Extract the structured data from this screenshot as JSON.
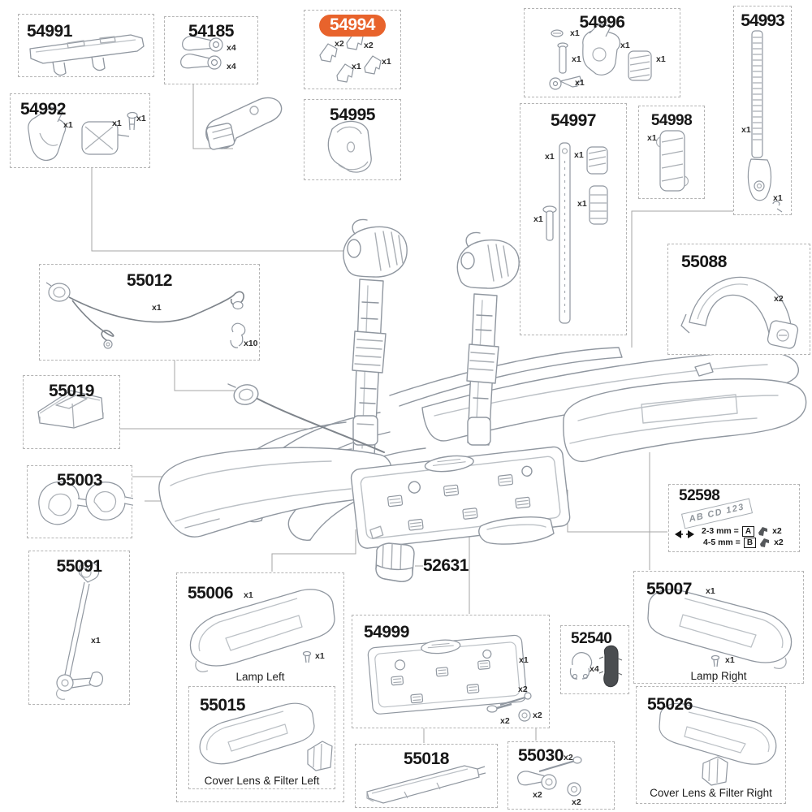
{
  "meta": {
    "type": "exploded-parts-diagram",
    "product": "bike carrier spare parts",
    "highlight_color": "#e8632c",
    "line_color": "#9097a0",
    "box_border_color": "#b4b4b4"
  },
  "parts": {
    "54991": {
      "number": "54991"
    },
    "54185": {
      "number": "54185",
      "qty": [
        "x4",
        "x4"
      ]
    },
    "54994": {
      "number": "54994",
      "highlighted": true,
      "qty": [
        "x2",
        "x2",
        "x1",
        "x1"
      ]
    },
    "54992": {
      "number": "54992",
      "qty": [
        "x1",
        "x1",
        "x1"
      ]
    },
    "54995": {
      "number": "54995"
    },
    "54996": {
      "number": "54996",
      "qty": [
        "x1",
        "x1",
        "x1",
        "x1",
        "x1"
      ]
    },
    "54993": {
      "number": "54993",
      "qty": [
        "x1",
        "x1"
      ]
    },
    "54997": {
      "number": "54997",
      "qty": [
        "x1",
        "x1",
        "x1",
        "x1"
      ]
    },
    "54998": {
      "number": "54998",
      "qty": [
        "x1"
      ]
    },
    "55088": {
      "number": "55088",
      "qty": [
        "x2"
      ]
    },
    "55012": {
      "number": "55012",
      "qty": [
        "x1",
        "x10"
      ]
    },
    "55019": {
      "number": "55019"
    },
    "55003": {
      "number": "55003"
    },
    "55091": {
      "number": "55091",
      "qty": [
        "x1"
      ]
    },
    "55006": {
      "number": "55006",
      "caption": "Lamp Left",
      "qty": [
        "x1",
        "x1"
      ]
    },
    "55015": {
      "number": "55015",
      "caption": "Cover Lens & Filter Left"
    },
    "52631": {
      "number": "52631"
    },
    "54999": {
      "number": "54999",
      "qty": [
        "x1",
        "x2",
        "x2",
        "x2"
      ]
    },
    "55018": {
      "number": "55018"
    },
    "55030": {
      "number": "55030",
      "qty": [
        "x2",
        "x2",
        "x2"
      ]
    },
    "52540": {
      "number": "52540",
      "qty": [
        "x4"
      ]
    },
    "55007": {
      "number": "55007",
      "caption": "Lamp Right",
      "qty": [
        "x1",
        "x1"
      ]
    },
    "55026": {
      "number": "55026",
      "caption": "Cover Lens & Filter Right"
    },
    "52598": {
      "number": "52598",
      "plate_text": "AB CD 123",
      "rows": [
        {
          "label": "2-3 mm =",
          "code": "A",
          "qty": "x2"
        },
        {
          "label": "4-5 mm =",
          "code": "B",
          "qty": "x2"
        }
      ]
    }
  }
}
